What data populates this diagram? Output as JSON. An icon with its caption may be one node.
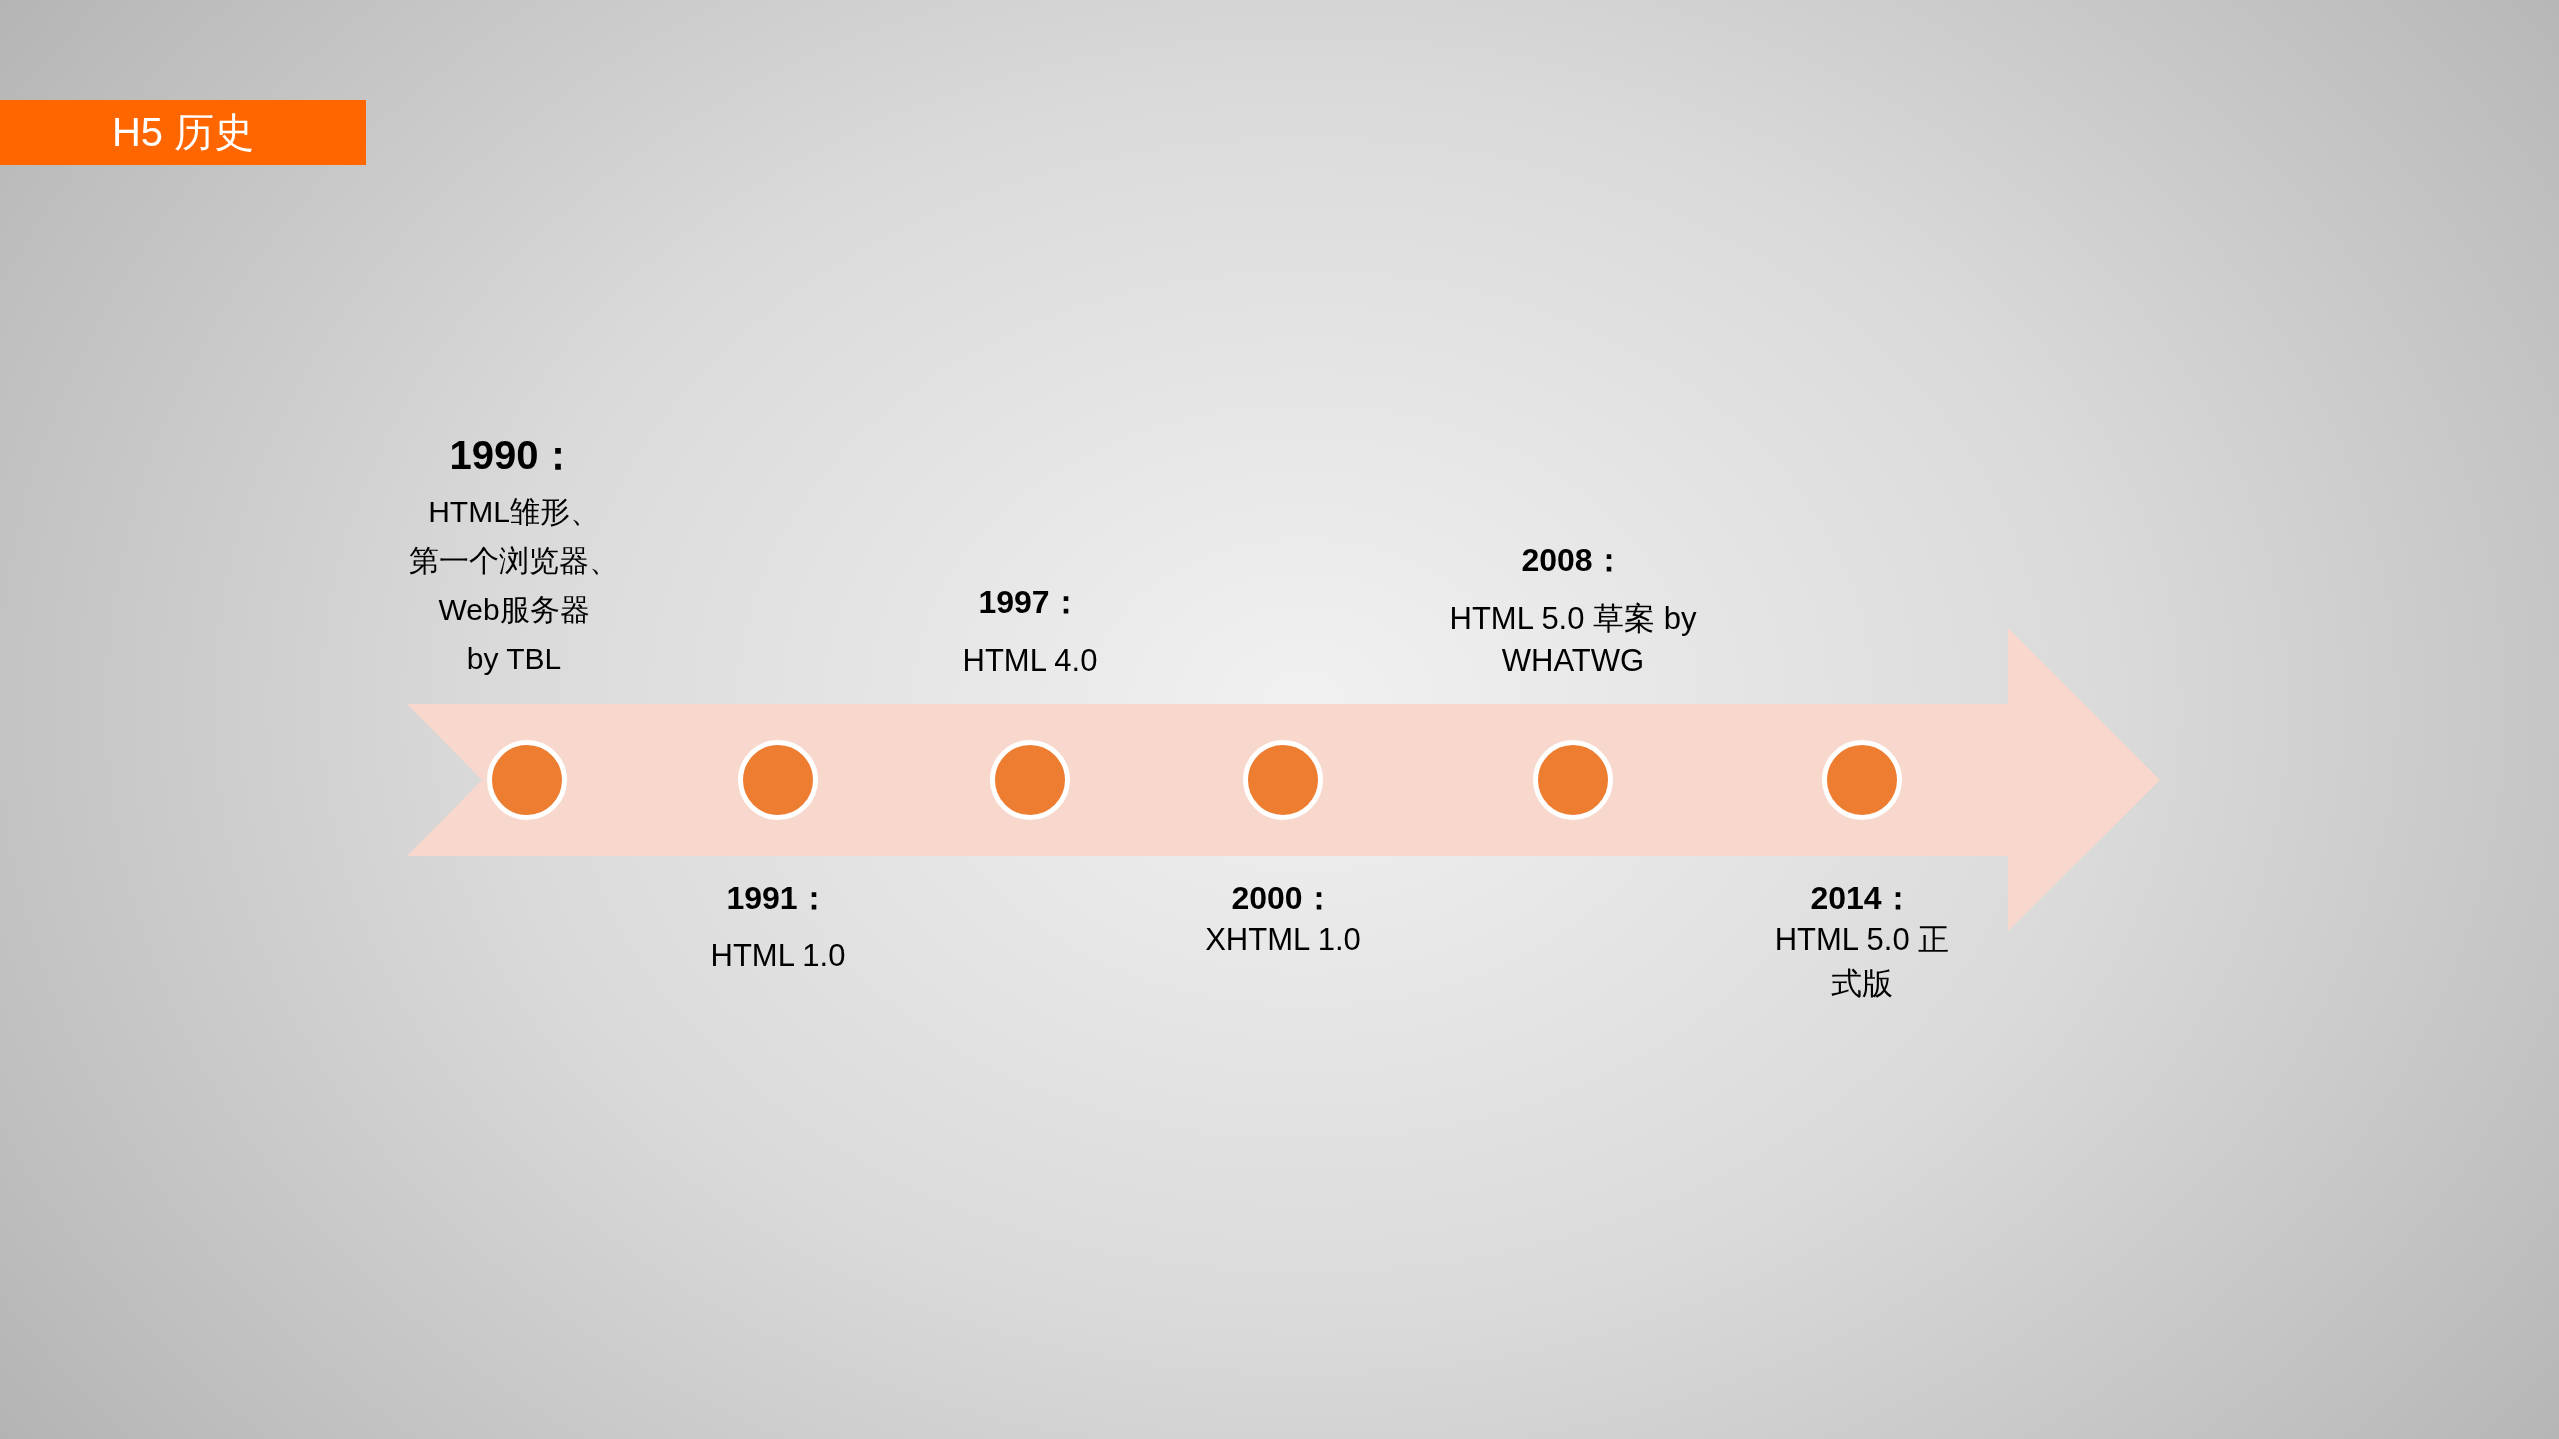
{
  "diagram": {
    "title": "H5 历史",
    "nodes": [
      {
        "text": [],
        "shape": "circle",
        "beside": [
          "1990：",
          "HTML雏形、第一个浏览器、Web服务器 by TBL"
        ]
      },
      {
        "text": [],
        "shape": "circle",
        "beside": [
          "1991：",
          "HTML 1.0"
        ]
      },
      {
        "text": [],
        "shape": "circle",
        "beside": [
          "1997：",
          "HTML 4.0"
        ]
      },
      {
        "text": [],
        "shape": "circle",
        "beside": [
          "2000：",
          "XHTML 1.0"
        ]
      },
      {
        "text": [],
        "shape": "circle",
        "beside": [
          "2008：",
          "HTML 5.0 草案 by WHATWG"
        ]
      },
      {
        "text": [],
        "shape": "circle",
        "beside": [
          "2014：",
          "HTML 5.0 正式版"
        ]
      }
    ]
  }
}
